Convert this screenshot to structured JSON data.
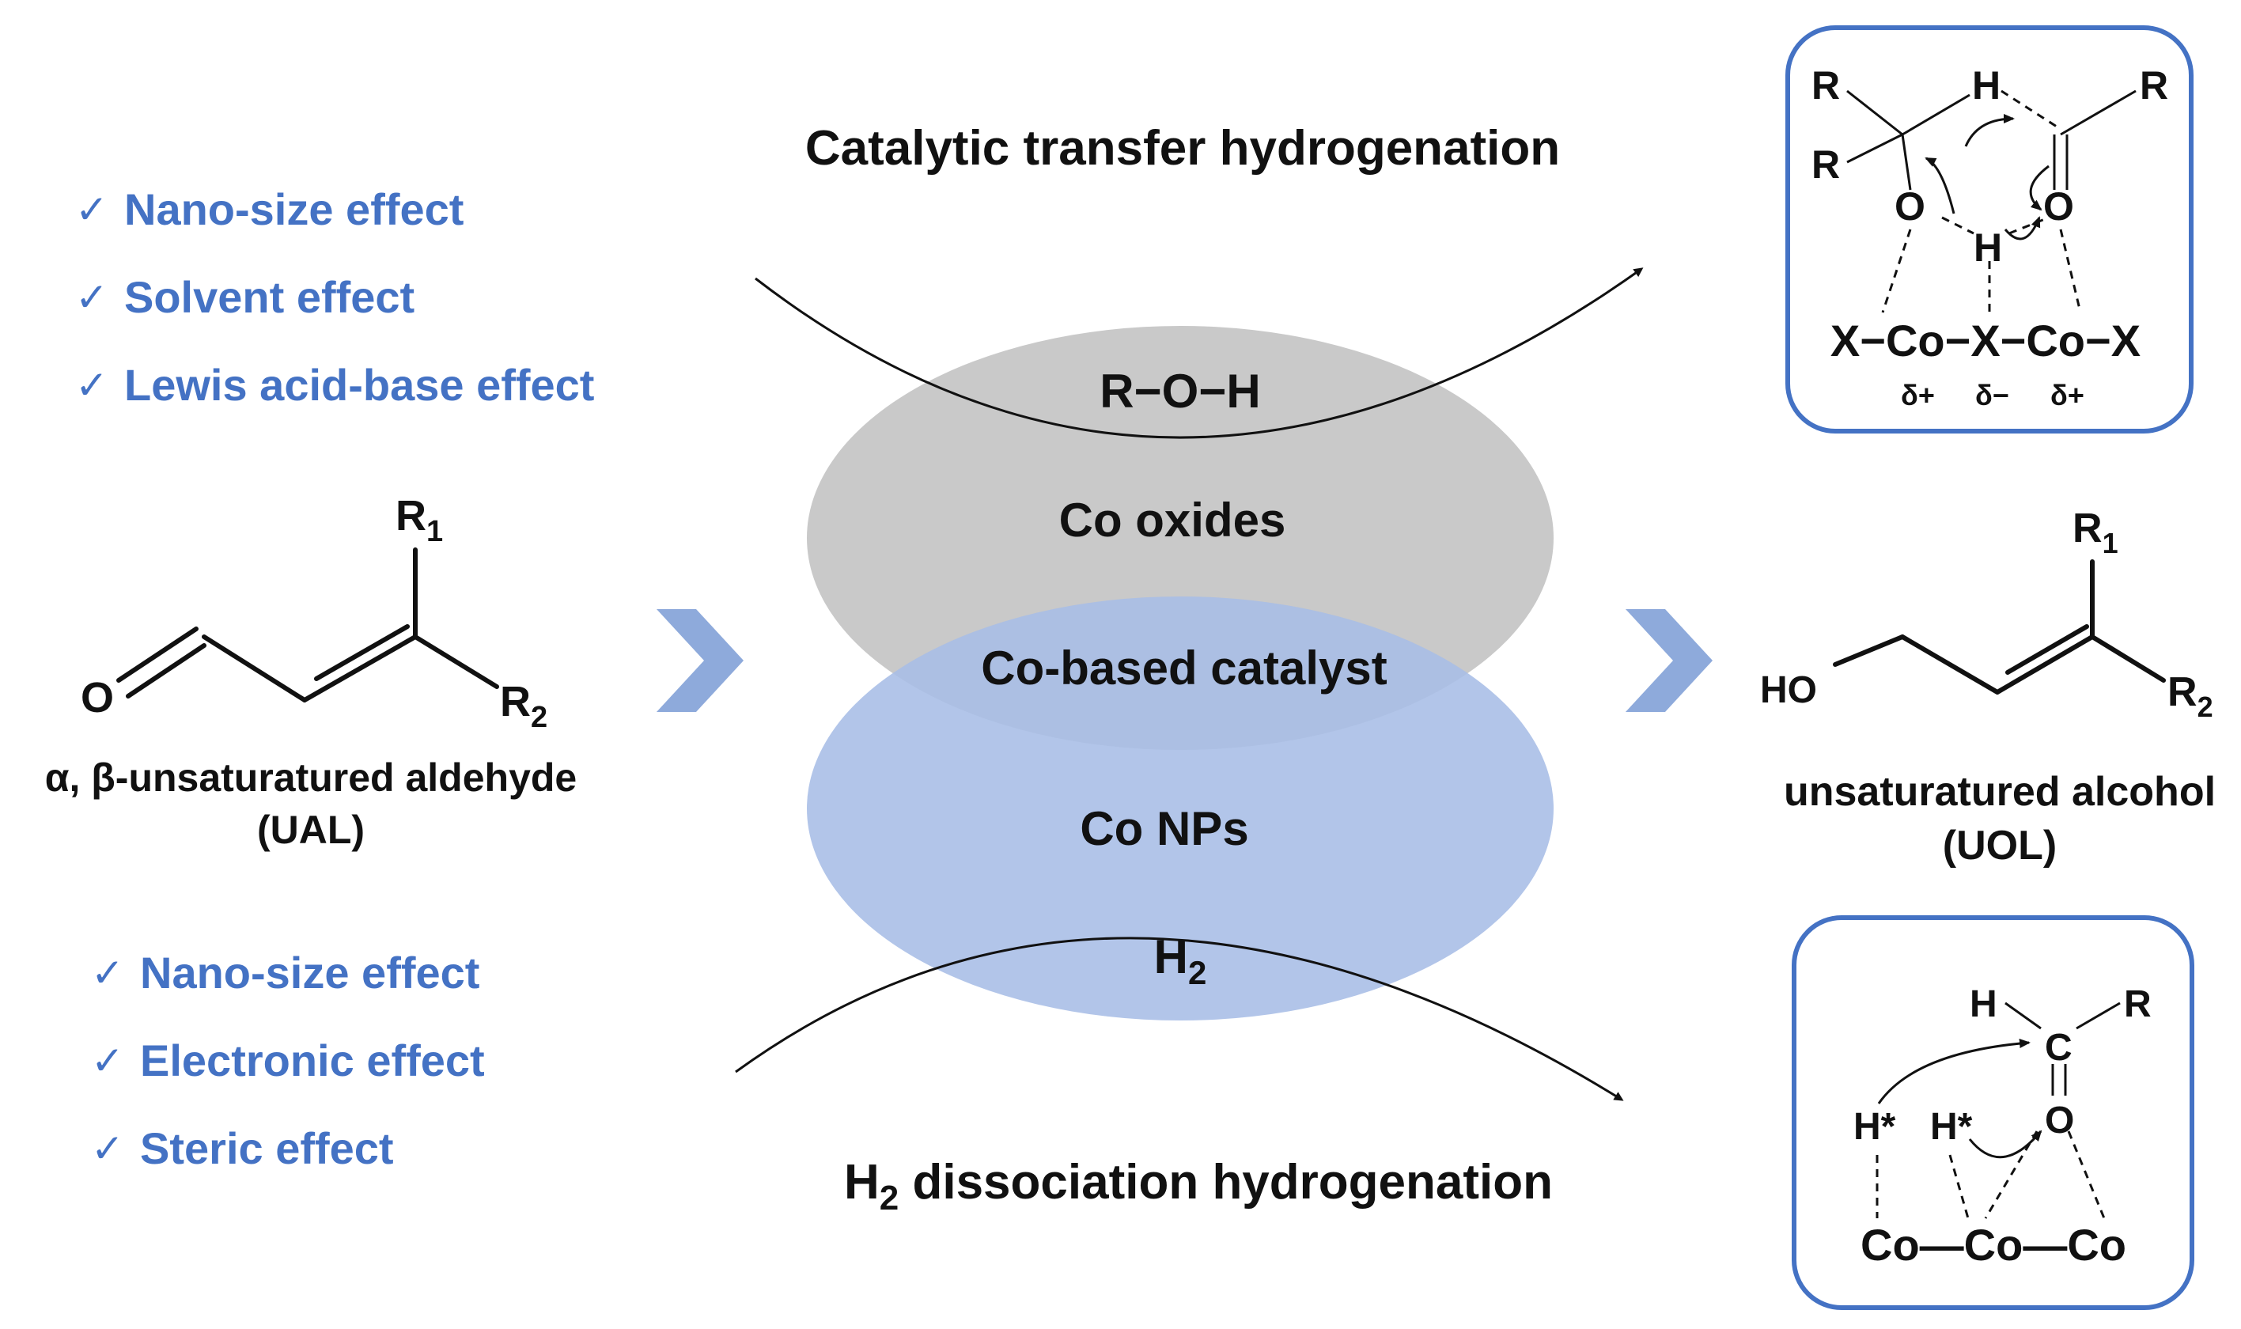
{
  "colors": {
    "accent": "#4472c4",
    "chevron": "#8eaadb",
    "oxide_ellipse": "#c9c9c9",
    "np_ellipse": "#a7bde6",
    "box_border": "#4472c4",
    "text": "#111111"
  },
  "top_effects": [
    {
      "check": "✓",
      "label": "Nano-size effect"
    },
    {
      "check": "✓",
      "label": "Solvent effect"
    },
    {
      "check": "✓",
      "label": "Lewis acid-base effect"
    }
  ],
  "bottom_effects": [
    {
      "check": "✓",
      "label": "Nano-size effect"
    },
    {
      "check": "✓",
      "label": "Electronic effect"
    },
    {
      "check": "✓",
      "label": "Steric effect"
    }
  ],
  "reactant": {
    "atom_o": "O",
    "r1": "R",
    "r1_sub": "1",
    "r2": "R",
    "r2_sub": "2",
    "name": "α, β-unsaturatured aldehyde",
    "abbr": "(UAL)"
  },
  "product": {
    "atom_ho": "HO",
    "r1": "R",
    "r1_sub": "1",
    "r2": "R",
    "r2_sub": "2",
    "name": "unsaturatured alcohol",
    "abbr": "(UOL)"
  },
  "center": {
    "top_title": "Catalytic transfer hydrogenation",
    "roh": "R−O−H",
    "co_oxides": "Co oxides",
    "catalyst": "Co-based catalyst",
    "co_nps": "Co NPs",
    "h2_main": "H",
    "h2_sub": "2",
    "bottom_title_main": "H",
    "bottom_title_sub": "2",
    "bottom_title_rest": " dissociation hydrogenation"
  },
  "mechanism_top": {
    "r_a": "R",
    "r_b": "R",
    "r_c": "R",
    "h_top": "H",
    "h_mid": "H",
    "o_left": "O",
    "o_right": "O",
    "surface": "X−Co−X−Co−X",
    "delta1": "δ+",
    "delta2": "δ−",
    "delta3": "δ+"
  },
  "mechanism_bottom": {
    "h": "H",
    "c": "C",
    "r": "R",
    "o": "O",
    "h_star1": "H*",
    "h_star2": "H*",
    "surface": "Co—Co—Co"
  }
}
